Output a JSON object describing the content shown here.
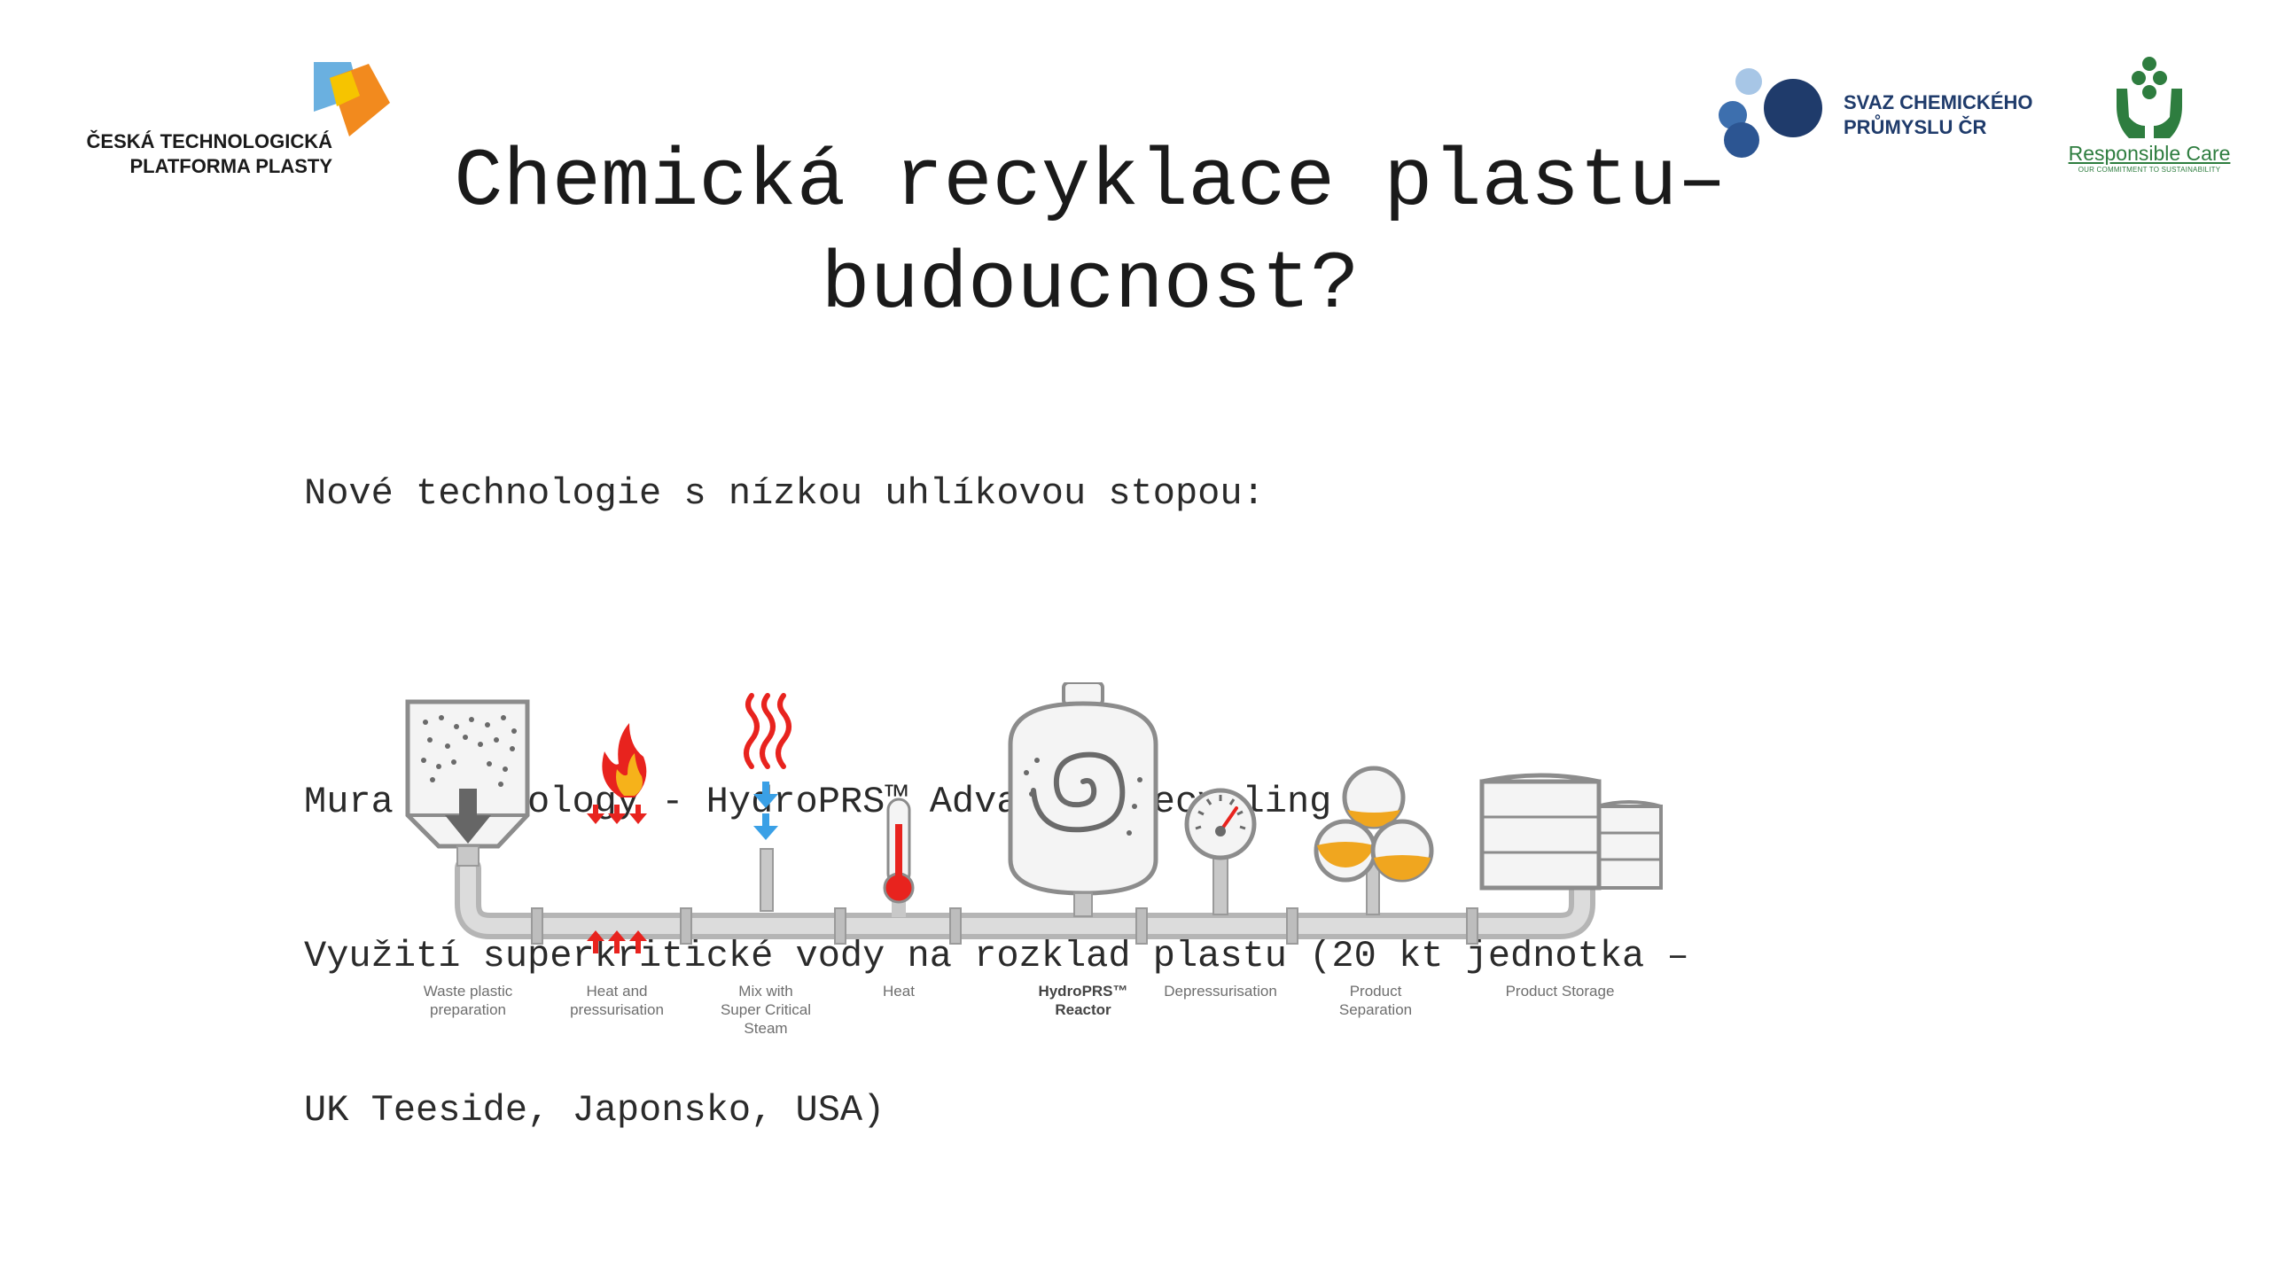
{
  "logos": {
    "ctp": {
      "line1": "ČESKÁ TECHNOLOGICKÁ",
      "line2": "PLATFORMA PLASTY"
    },
    "svaz": {
      "line1": "SVAZ CHEMICKÉHO",
      "line2": "PRŮMYSLU ČR"
    },
    "responsible_care": {
      "name": "Responsible Care",
      "tagline": "OUR COMMITMENT TO SUSTAINABILITY"
    }
  },
  "slide": {
    "title_line1": "Chemická recyklace plastu–",
    "title_line2": "budoucnost?",
    "intro": "Nové technologie s nízkou uhlíkovou stopou:",
    "line1": "Mura Technology - HydroPRS™ Advanced Recycling",
    "line2": "Využití superkritické vody na rozklad plastu (20 kt jednotka –",
    "line3": "UK Teeside, Japonsko, USA)"
  },
  "diagram": {
    "steps": [
      {
        "line1": "Waste plastic",
        "line2": "preparation"
      },
      {
        "line1": "Heat and",
        "line2": "pressurisation"
      },
      {
        "line1": "Mix with",
        "line2": "Super Critical",
        "line3": "Steam"
      },
      {
        "line1": "Heat"
      },
      {
        "line1": "HydroPRS™",
        "line2": "Reactor"
      },
      {
        "line1": "Depressurisation"
      },
      {
        "line1": "Product",
        "line2": "Separation"
      },
      {
        "line1": "Product Storage"
      }
    ]
  },
  "colors": {
    "pipe": "#c9c9c9",
    "outline": "#8c8c8c",
    "red_arrows": "#e8231e",
    "blue_arrows": "#3aa0e6",
    "flame": "#f28c18",
    "product": "#f0a61f",
    "svaz_blue": "#1f3b6b",
    "rc_green": "#2e7d3f"
  }
}
